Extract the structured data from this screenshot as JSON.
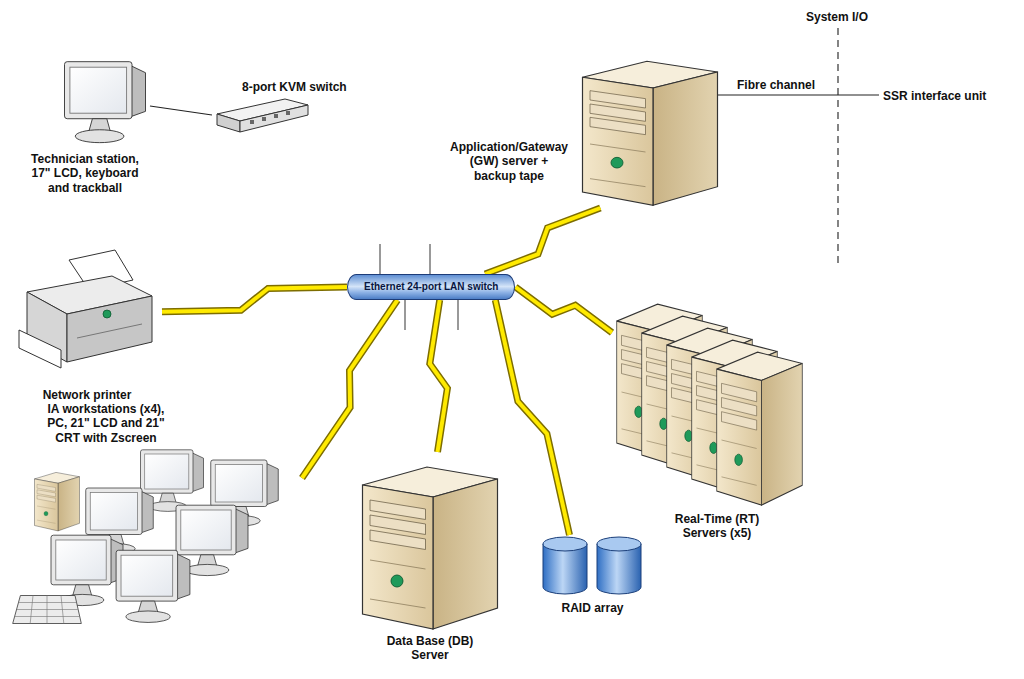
{
  "diagram": {
    "nodes": [
      {
        "text": [
          "Technician station, 17\" LCD, keyboard and trackball"
        ]
      },
      {
        "text": [
          "8-port KVM switch"
        ]
      },
      {
        "text": [
          "Application/Gateway (GW) server + backup tape"
        ]
      },
      {
        "text": [
          "Ethernet 24-port LAN switch"
        ]
      },
      {
        "text": [
          "Network printer"
        ]
      },
      {
        "text": [
          "IA workstations (x4), PC, 21\" LCD and 21\" CRT with Zscreen"
        ]
      },
      {
        "text": [
          "Data Base (DB) Server"
        ]
      },
      {
        "text": [
          "RAID array"
        ]
      },
      {
        "text": [
          "Real-Time (RT) Servers (x5)"
        ]
      }
    ],
    "edges": [
      {
        "from": 0,
        "to": 1,
        "arrow": "none"
      },
      {
        "from": 3,
        "to": 2,
        "arrow": "none"
      },
      {
        "from": 3,
        "to": 4,
        "arrow": "none"
      },
      {
        "from": 3,
        "to": 5,
        "arrow": "none"
      },
      {
        "from": 3,
        "to": 6,
        "arrow": "none"
      },
      {
        "from": 3,
        "to": 7,
        "arrow": "none"
      },
      {
        "from": 3,
        "to": 8,
        "arrow": "none"
      }
    ],
    "labels": [
      "System I/O",
      "Fibre channel",
      "SSR interface unit"
    ]
  }
}
